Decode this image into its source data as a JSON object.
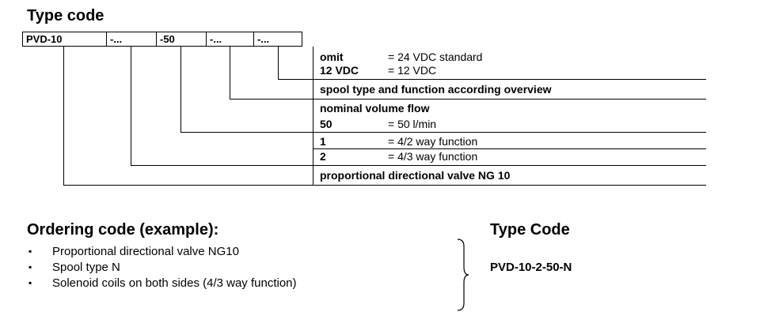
{
  "type_code_title": "Type code",
  "code_boxes": [
    "PVD-10",
    "-...",
    "-50",
    "-...",
    "-..."
  ],
  "rows": {
    "omit_key": "omit",
    "omit_value": "= 24 VDC standard",
    "vdc12_key": "12 VDC",
    "vdc12_value": "= 12 VDC",
    "spool": "spool type and function according overview",
    "flow_title": "nominal volume flow",
    "flow_key": "50",
    "flow_value": "= 50 l/min",
    "f1_key": "1",
    "f1_value": "= 4/2 way function",
    "f2_key": "2",
    "f2_value": "= 4/3 way function",
    "valve": "proportional directional valve NG 10"
  },
  "ordering_title": "Ordering code (example):",
  "ordering_items": [
    "Proportional directional valve NG10",
    "Spool type N",
    "Solenoid coils on both sides (4/3 way function)"
  ],
  "type_code_label": "Type Code",
  "type_code_value": "PVD-10-2-50-N"
}
